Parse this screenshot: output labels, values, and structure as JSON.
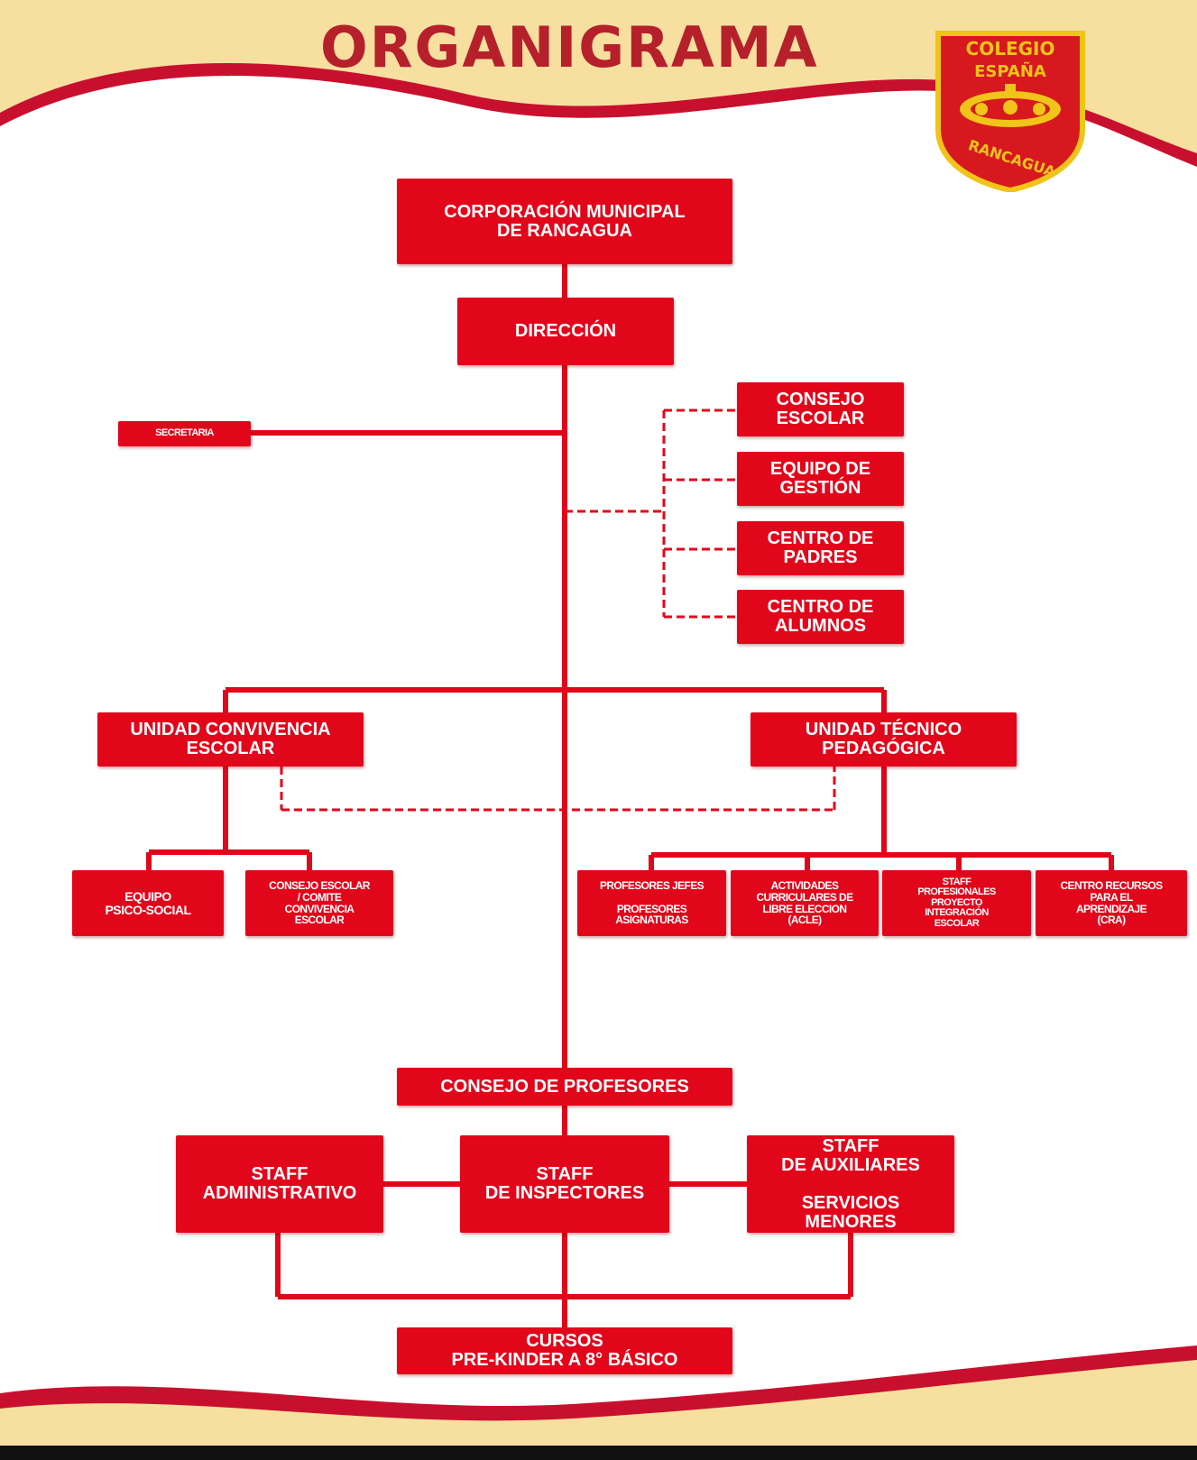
{
  "title": "ORGANIGRAMA",
  "logo": {
    "line1": "COLEGIO",
    "line2": "ESPAÑA",
    "line3": "RANCAGUA"
  },
  "colors": {
    "red": "#e2061b",
    "dark_red": "#b5202b",
    "cream": "#f7dfa0",
    "gold": "#f0c419"
  },
  "nodes": {
    "corporacion": "CORPORACIÓN MUNICIPAL\nDE RANCAGUA",
    "direccion": "DIRECCIÓN",
    "secretaria": "SECRETARIA",
    "consejo_escolar": "CONSEJO\nESCOLAR",
    "equipo_gestion": "EQUIPO DE\nGESTIÓN",
    "centro_padres": "CENTRO DE\nPADRES",
    "centro_alumnos": "CENTRO DE\nALUMNOS",
    "unidad_convivencia": "UNIDAD CONVIVENCIA\nESCOLAR",
    "unidad_tecnico": "UNIDAD TÉCNICO\nPEDAGÓGICA",
    "equipo_psico": "EQUIPO\nPSICO-SOCIAL",
    "consejo_comite": "CONSEJO ESCOLAR\n/ COMITE\nCONVIVENCIA\nESCOLAR",
    "profesores_jefes": "PROFESORES JEFES\n\nPROFESORES\nASIGNATURAS",
    "actividades": "ACTIVIDADES\nCURRICULARES DE\nLIBRE ELECCION\n(ACLE)",
    "staff_profesionales": "STAFF\nPROFESIONALES\nPROYECTO\nINTEGRACIÓN\nESCOLAR",
    "centro_recursos": "CENTRO RECURSOS\nPARA EL\nAPRENDIZAJE\n(CRA)",
    "consejo_profesores": "CONSEJO DE PROFESORES",
    "staff_admin": "STAFF\nADMINISTRATIVO",
    "staff_inspectores": "STAFF\nDE INSPECTORES",
    "staff_auxiliares": "STAFF\nDE AUXILIARES\n\nSERVICIOS\nMENORES",
    "cursos": "CURSOS\nPRE-KINDER A 8° BÁSICO"
  }
}
